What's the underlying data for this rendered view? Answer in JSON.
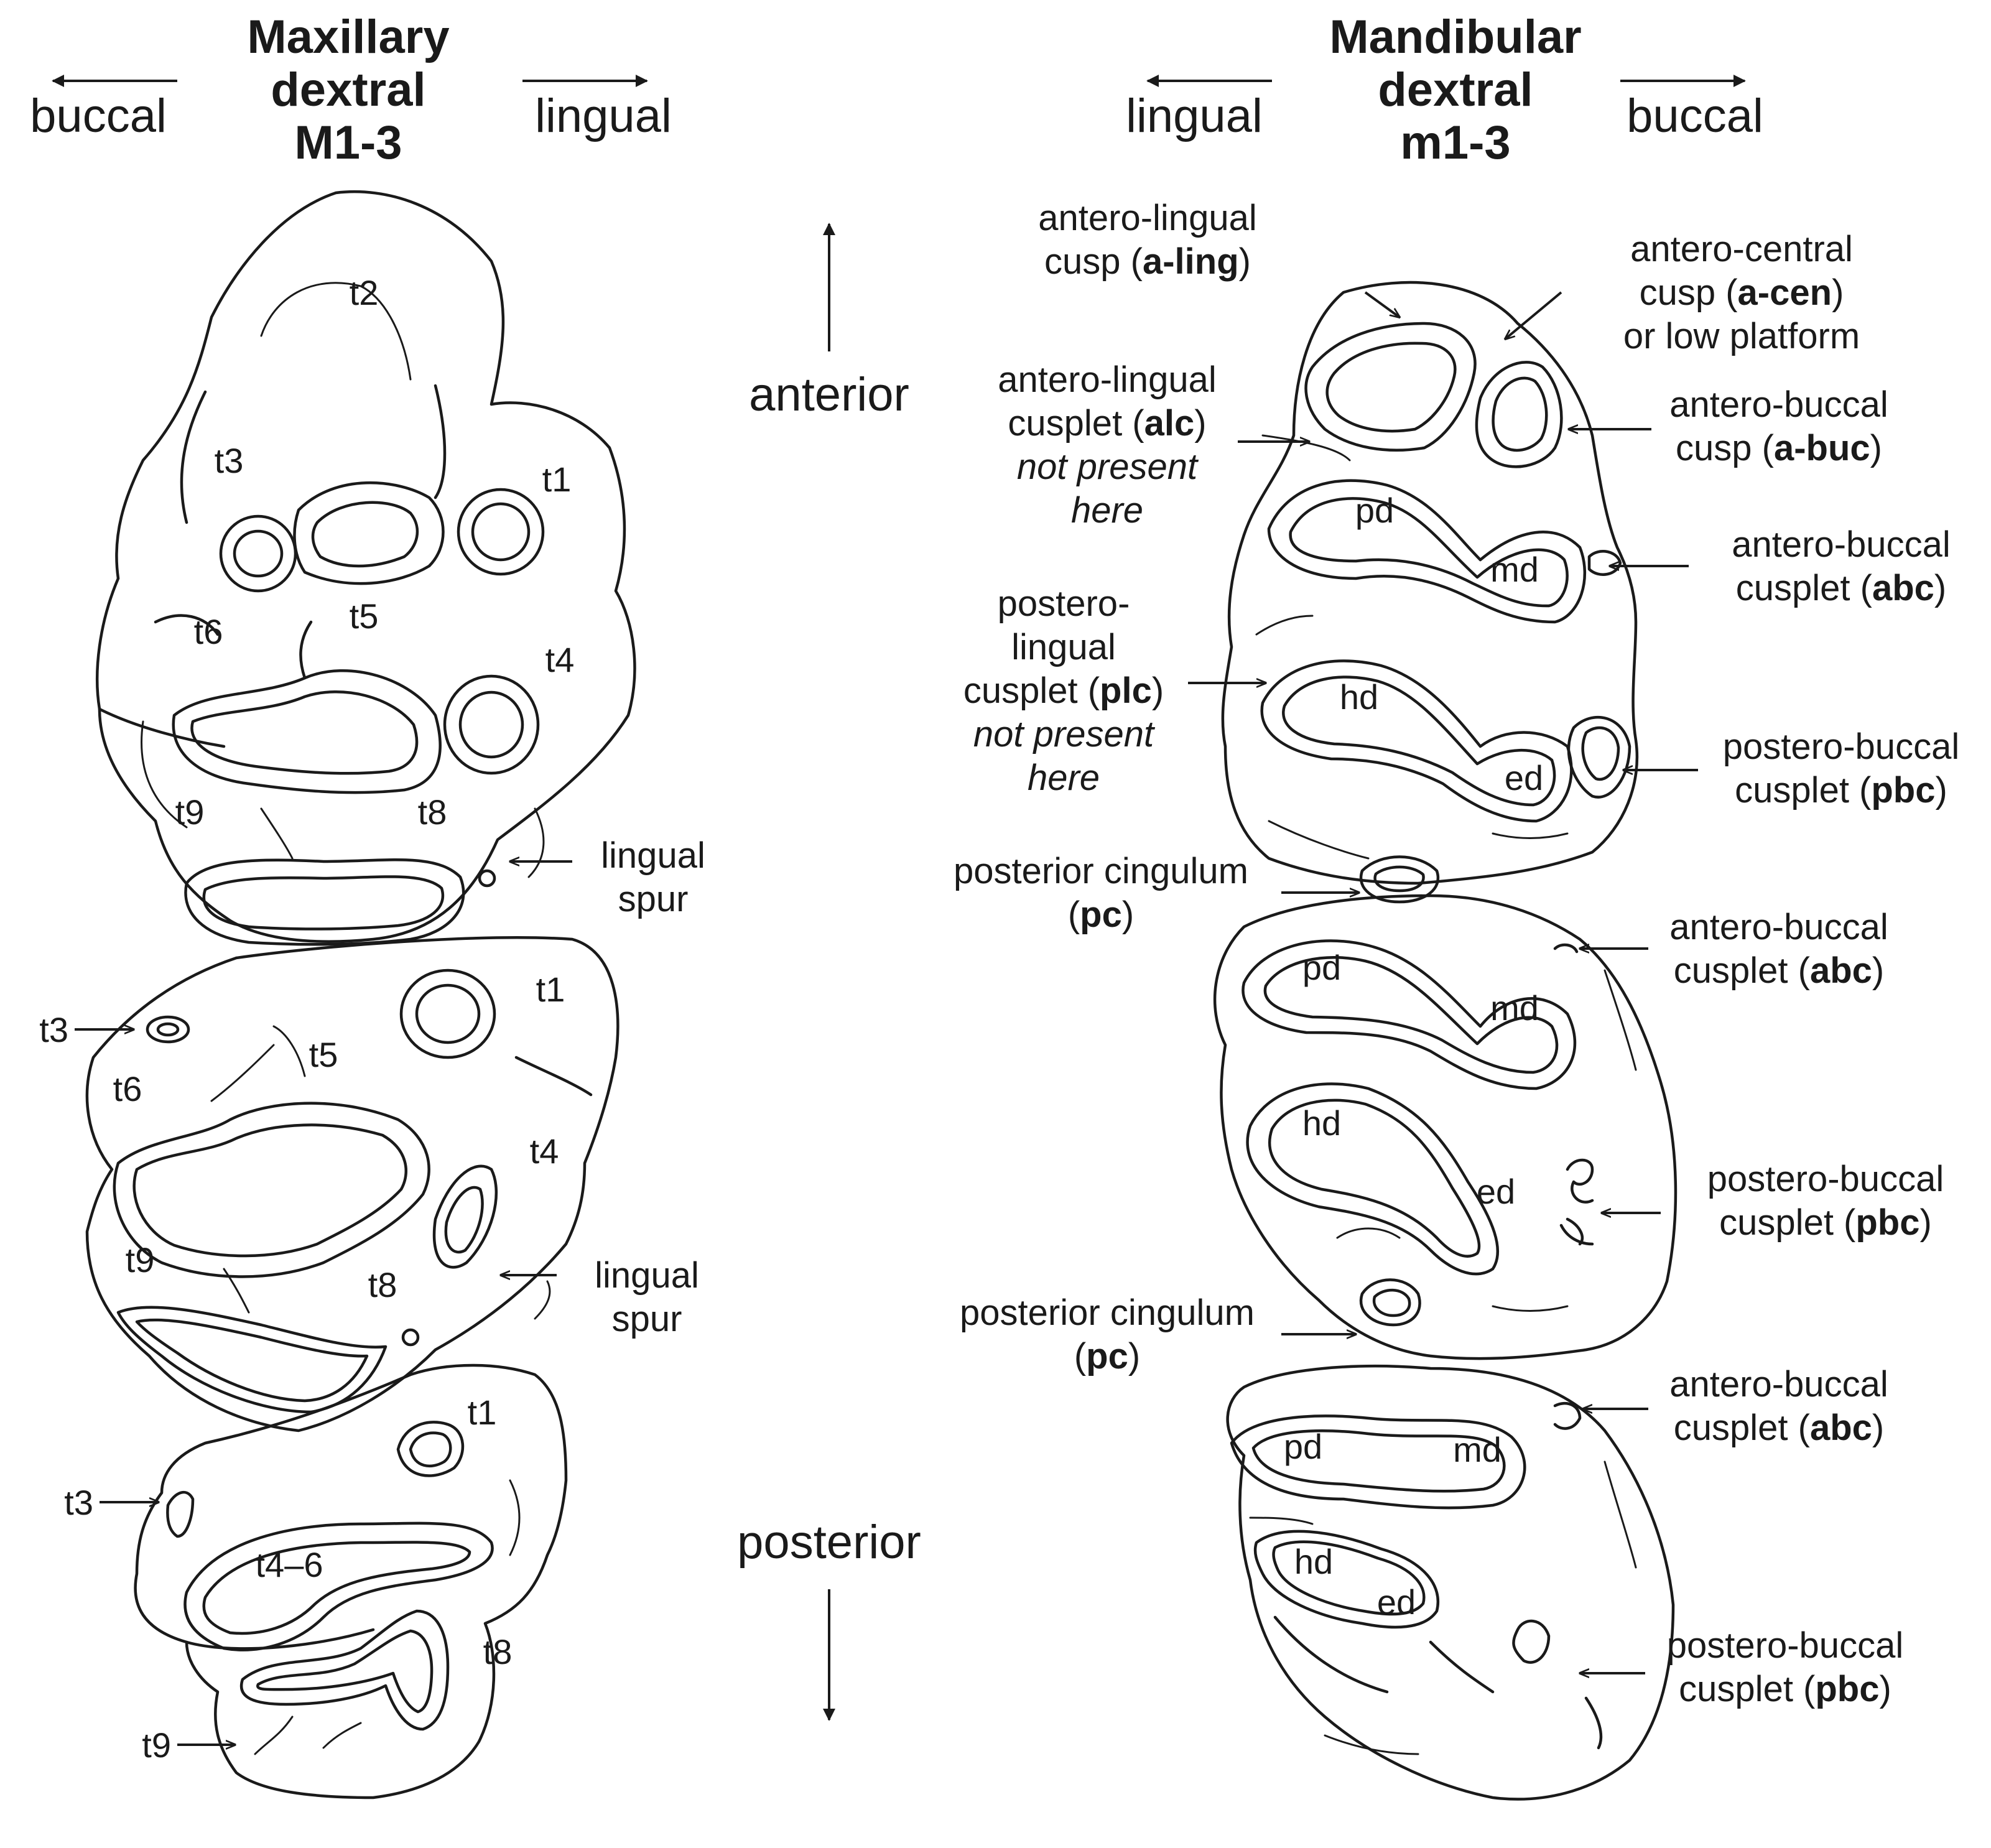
{
  "maxillary": {
    "title_lines": [
      "Maxillary",
      "dextral",
      "M1-3"
    ],
    "dir_left": "buccal",
    "dir_right": "lingual",
    "M1_cusps": [
      "t2",
      "t3",
      "t1",
      "t6",
      "t5",
      "t4",
      "t9",
      "t8"
    ],
    "M1_spur": [
      "lingual",
      "spur"
    ],
    "M2_cusps": [
      "t1",
      "t6",
      "t5",
      "t4",
      "t9",
      "t8"
    ],
    "M2_t3": "t3",
    "M2_spur": [
      "lingual",
      "spur"
    ],
    "M3_cusps": [
      "t1",
      "t4–6",
      "t8"
    ],
    "M3_t3": "t3",
    "M3_t9": "t9"
  },
  "axis": {
    "anterior": "anterior",
    "posterior": "posterior"
  },
  "mandibular": {
    "title_lines": [
      "Mandibular",
      "dextral",
      "m1-3"
    ],
    "dir_left": "lingual",
    "dir_right": "buccal",
    "m1_cusps": [
      "pd",
      "md",
      "hd",
      "ed"
    ],
    "m2_cusps": [
      "pd",
      "md",
      "hd",
      "ed"
    ],
    "m3_cusps": [
      "pd",
      "md",
      "hd",
      "ed"
    ],
    "aling": {
      "l1": "antero-lingual",
      "l2_pre": "cusp (",
      "l2_bold": "a-ling",
      "l2_post": ")"
    },
    "acen": {
      "l1": "antero-central",
      "l2_pre": "cusp (",
      "l2_bold": "a-cen",
      "l2_post": ")",
      "l3": "or low platform"
    },
    "alc": {
      "l1": "antero-lingual",
      "l2_pre": "cusplet (",
      "l2_bold": "alc",
      "l2_post": ")",
      "l3": "not present",
      "l4": "here"
    },
    "abuc": {
      "l1": "antero-buccal",
      "l2_pre": "cusp (",
      "l2_bold": "a-buc",
      "l2_post": ")"
    },
    "abc1": {
      "l1": "antero-buccal",
      "l2_pre": "cusplet (",
      "l2_bold": "abc",
      "l2_post": ")"
    },
    "plc": {
      "l1": "postero-",
      "l2": "lingual",
      "l3_pre": "cusplet (",
      "l3_bold": "plc",
      "l3_post": ")",
      "l4": "not present",
      "l5": "here"
    },
    "pbc1": {
      "l1": "postero-buccal",
      "l2_pre": "cusplet (",
      "l2_bold": "pbc",
      "l2_post": ")"
    },
    "pc1": {
      "l1": "posterior cingulum",
      "l2_pre": "(",
      "l2_bold": "pc",
      "l2_post": ")"
    },
    "abc2": {
      "l1": "antero-buccal",
      "l2_pre": "cusplet (",
      "l2_bold": "abc",
      "l2_post": ")"
    },
    "pbc2": {
      "l1": "postero-buccal",
      "l2_pre": "cusplet (",
      "l2_bold": "pbc",
      "l2_post": ")"
    },
    "pc2": {
      "l1": "posterior cingulum",
      "l2_pre": "(",
      "l2_bold": "pc",
      "l2_post": ")"
    },
    "abc3": {
      "l1": "antero-buccal",
      "l2_pre": "cusplet (",
      "l2_bold": "abc",
      "l2_post": ")"
    },
    "pbc3": {
      "l1": "postero-buccal",
      "l2_pre": "cusplet (",
      "l2_bold": "pbc",
      "l2_post": ")"
    }
  }
}
